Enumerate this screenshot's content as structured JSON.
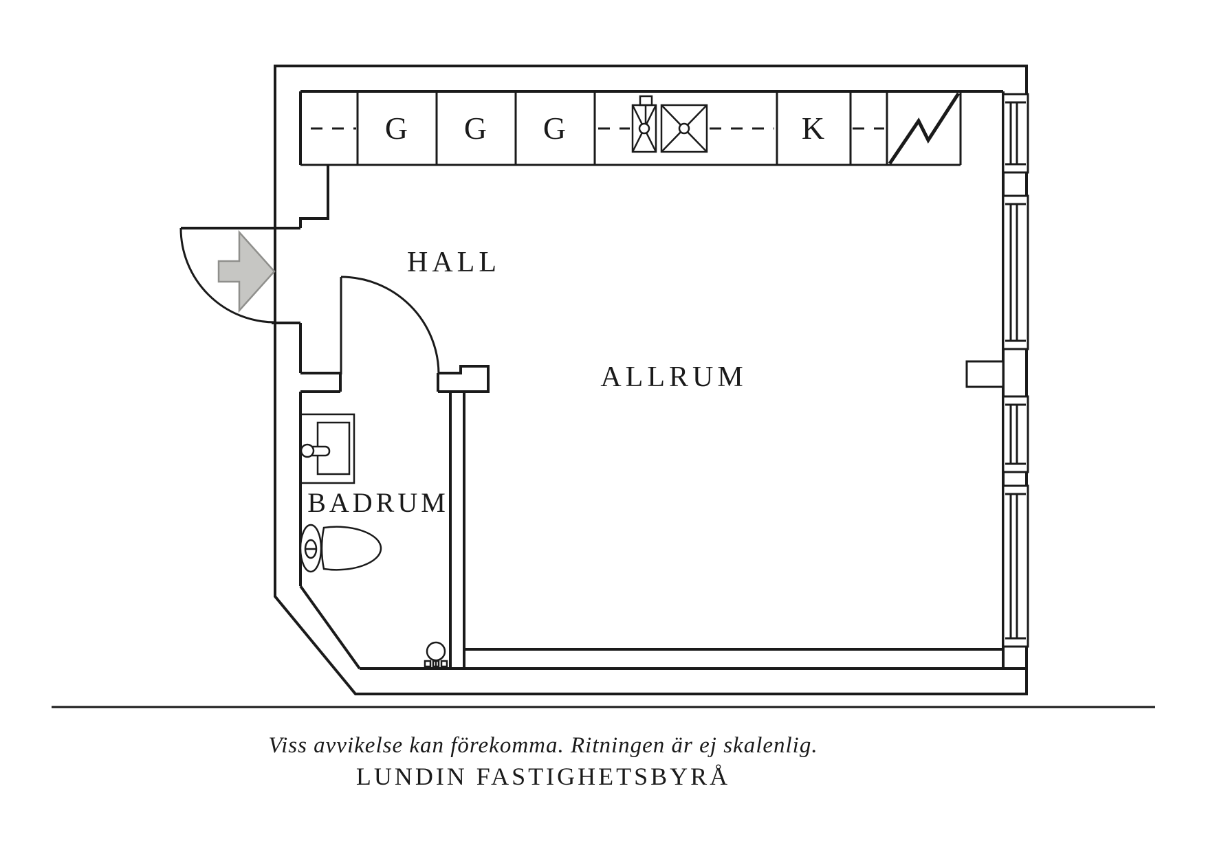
{
  "rooms": {
    "hall": "HALL",
    "allrum": "ALLRUM",
    "badrum": "BADRUM"
  },
  "kitchen": {
    "wardrobes": [
      "G",
      "G",
      "G"
    ],
    "fridge": "K"
  },
  "footer": {
    "disclaimer": "Viss avvikelse kan förekomma. Ritningen är ej skalenlig.",
    "agency": "LUNDIN FASTIGHETSBYRÅ"
  },
  "colors": {
    "ink": "#1a1a1a",
    "arrow_fill": "#c6c6c3",
    "arrow_stroke": "#8f8f8c",
    "background": "#ffffff"
  }
}
